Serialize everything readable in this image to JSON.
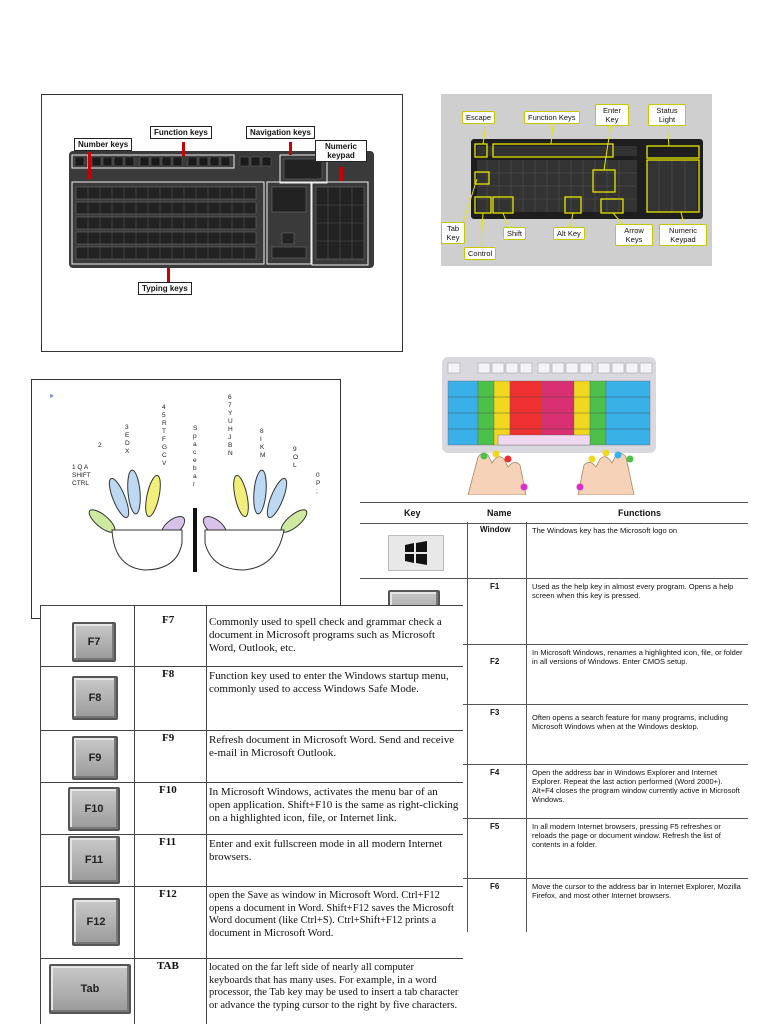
{
  "diagram1": {
    "labels": {
      "number_keys": "Number keys",
      "function_keys": "Function keys",
      "navigation_keys": "Navigation keys",
      "numeric_keypad": "Numeric keypad",
      "typing_keys": "Typing keys"
    }
  },
  "diagram2": {
    "labels": {
      "escape": "Escape",
      "function_keys": "Function Keys",
      "enter_key": "Enter Key",
      "status_light": "Status Light",
      "tab_key": "Tab Key",
      "shift": "Shift",
      "alt_key": "Alt Key",
      "arrow_keys": "Arrow Keys",
      "numeric_keypad": "Numeric Keypad",
      "control": "Control"
    }
  },
  "hands": {
    "columns": [
      {
        "chars": "1 Q A SHIFT CTRL"
      },
      {
        "chars": "2"
      },
      {
        "chars": "3 E D X"
      },
      {
        "chars": "4 5 R T F G C V"
      },
      {
        "chars": "S p a c e b a r"
      },
      {
        "chars": "6 7 Y U H J B N"
      },
      {
        "chars": "8 I K M"
      },
      {
        "chars": "9 O L"
      },
      {
        "chars": "0 P ;"
      }
    ]
  },
  "func_table": {
    "headers": [
      "Key",
      "Name",
      "Functions"
    ],
    "rows": [
      {
        "name": "Window",
        "desc": "The Windows key has the Microsoft logo on"
      },
      {
        "name": "F1",
        "desc": "Used as the help key in almost every program. Opens a help screen when this key is pressed."
      },
      {
        "name": "F2",
        "desc": "In Microsoft Windows, renames a highlighted icon, file, or folder in all versions of Windows. Enter CMOS setup."
      },
      {
        "name": "F3",
        "desc": "Often opens a search feature for many programs, including Microsoft Windows when at the Windows desktop."
      },
      {
        "name": "F4",
        "desc": "Open the address bar in Windows Explorer and Internet Explorer. Repeat the last action performed (Word 2000+). Alt+F4 closes the program window currently active in Microsoft Windows."
      },
      {
        "name": "F5",
        "desc": "In all modern Internet browsers, pressing F5 refreshes or reloads the page or document window. Refresh the list of contents in a folder."
      },
      {
        "name": "F6",
        "desc": "Move the cursor to the address bar in Internet Explorer, Mozilla Firefox, and most other Internet browsers."
      }
    ],
    "partial_key": "F1"
  },
  "key_table": {
    "rows": [
      {
        "key": "F7",
        "name": "F7",
        "desc": "Commonly used to spell check and grammar check a document in Microsoft programs such as Microsoft Word, Outlook, etc."
      },
      {
        "key": "F8",
        "name": "F8",
        "desc": "Function key used to enter the Windows startup menu, commonly used to access Windows Safe Mode."
      },
      {
        "key": "F9",
        "name": "F9",
        "desc": "Refresh document in Microsoft Word. Send and receive e-mail in Microsoft Outlook."
      },
      {
        "key": "F10",
        "name": "F10",
        "desc": "In Microsoft Windows, activates the menu bar of an open application. Shift+F10 is the same as right-clicking on a highlighted icon, file, or Internet link."
      },
      {
        "key": "F11",
        "name": "F11",
        "desc": "Enter and exit fullscreen mode in all modern Internet browsers."
      },
      {
        "key": "F12",
        "name": "F12",
        "desc": "open the Save as window in Microsoft Word. Ctrl+F12 opens a document in Word. Shift+F12 saves the Microsoft Word document (like Ctrl+S). Ctrl+Shift+F12 prints a document in Microsoft Word."
      },
      {
        "key": "Tab",
        "name": "TAB",
        "desc": "located on the far left side of nearly all computer keyboards that has many uses. For example, in a word processor, the Tab key may be used to insert a tab character or advance the typing cursor to the right by five characters."
      }
    ]
  }
}
